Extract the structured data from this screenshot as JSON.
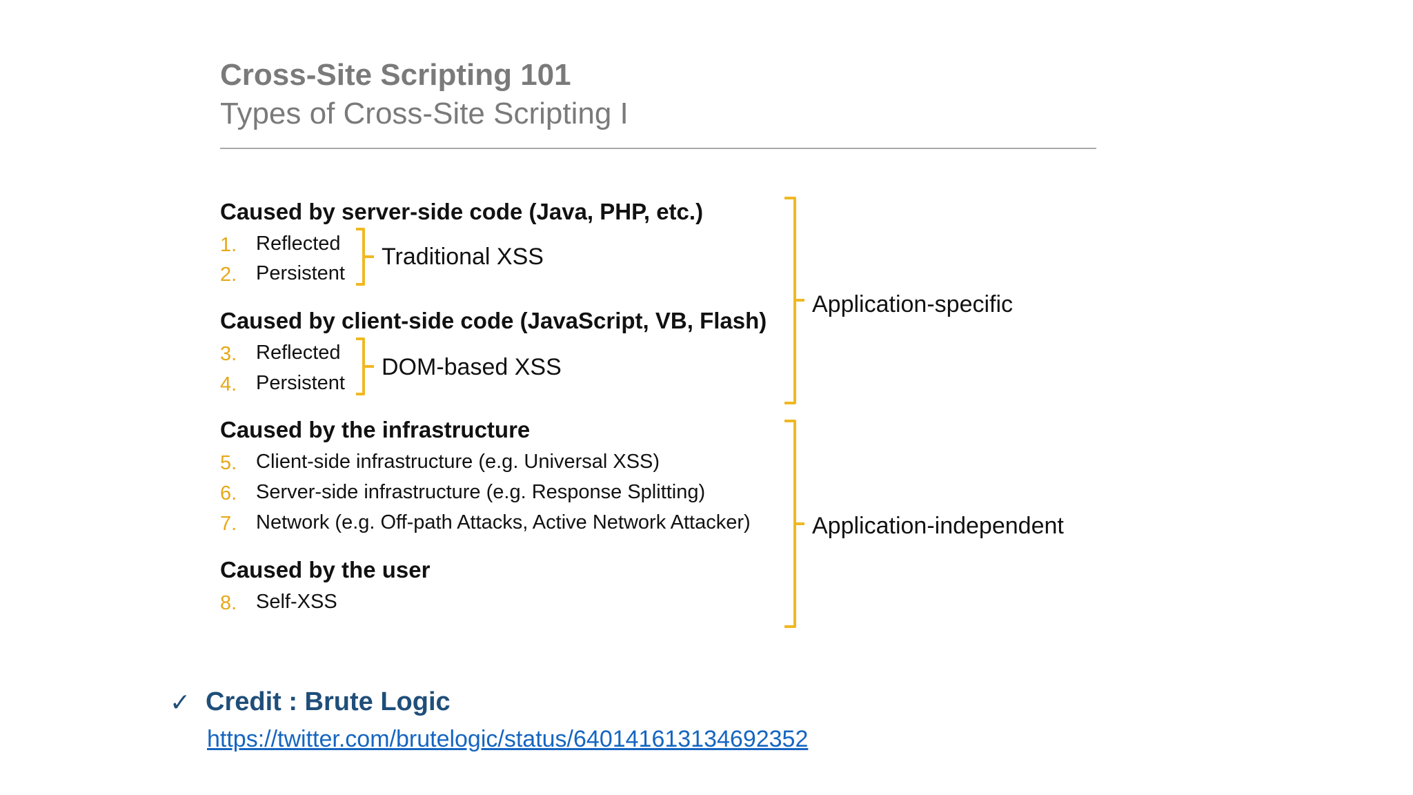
{
  "slide": {
    "title": "Cross-Site Scripting 101",
    "subtitle": "Types of Cross-Site Scripting I"
  },
  "groups": [
    {
      "heading": "Caused by server-side code (Java, PHP, etc.)",
      "items": [
        {
          "num": "1.",
          "label": "Reflected"
        },
        {
          "num": "2.",
          "label": "Persistent"
        }
      ],
      "bracket_label": "Traditional XSS"
    },
    {
      "heading": "Caused by client-side code (JavaScript, VB, Flash)",
      "items": [
        {
          "num": "3.",
          "label": "Reflected"
        },
        {
          "num": "4.",
          "label": "Persistent"
        }
      ],
      "bracket_label": "DOM-based XSS"
    },
    {
      "heading": "Caused by the infrastructure",
      "items": [
        {
          "num": "5.",
          "label": "Client-side infrastructure (e.g. Universal XSS)"
        },
        {
          "num": "6.",
          "label": "Server-side infrastructure (e.g. Response Splitting)"
        },
        {
          "num": "7.",
          "label": "Network (e.g. Off-path Attacks, Active Network Attacker)"
        }
      ]
    },
    {
      "heading": "Caused by the user",
      "items": [
        {
          "num": "8.",
          "label": "Self-XSS"
        }
      ]
    }
  ],
  "categories": {
    "application_specific": "Application-specific",
    "application_independent": "Application-independent"
  },
  "credit": {
    "check": "✓",
    "text": "Credit : Brute Logic",
    "link": "https://twitter.com/brutelogic/status/640141613134692352"
  },
  "colors": {
    "bracket": "#f0b823",
    "title": "#7a7a7a",
    "number": "#e6a817",
    "credit": "#1f4e79",
    "link": "#1565c0"
  }
}
